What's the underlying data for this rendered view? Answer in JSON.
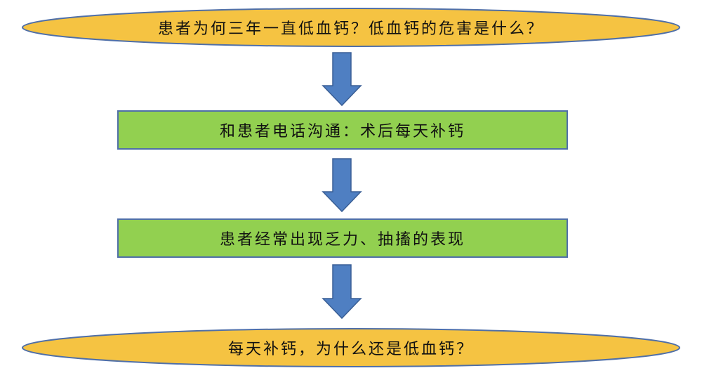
{
  "diagram": {
    "nodes": [
      {
        "id": "question-top",
        "shape": "ellipse",
        "text": "患者为何三年一直低血钙？低血钙的危害是什么？"
      },
      {
        "id": "step-call",
        "shape": "rectangle",
        "text": "和患者电话沟通：术后每天补钙"
      },
      {
        "id": "step-symptom",
        "shape": "rectangle",
        "text": "患者经常出现乏力、抽搐的表现"
      },
      {
        "id": "question-bottom",
        "shape": "ellipse",
        "text": "每天补钙，为什么还是低血钙？"
      }
    ],
    "edges": [
      {
        "from": "question-top",
        "to": "step-call"
      },
      {
        "from": "step-call",
        "to": "step-symptom"
      },
      {
        "from": "step-symptom",
        "to": "question-bottom"
      }
    ]
  },
  "colors": {
    "ellipse_fill": "#F5C342",
    "ellipse_stroke": "#4F6FA8",
    "rect_fill": "#92D050",
    "rect_stroke": "#4F6FA8",
    "arrow_fill": "#4F7FC2",
    "arrow_stroke": "#3A5F95"
  }
}
